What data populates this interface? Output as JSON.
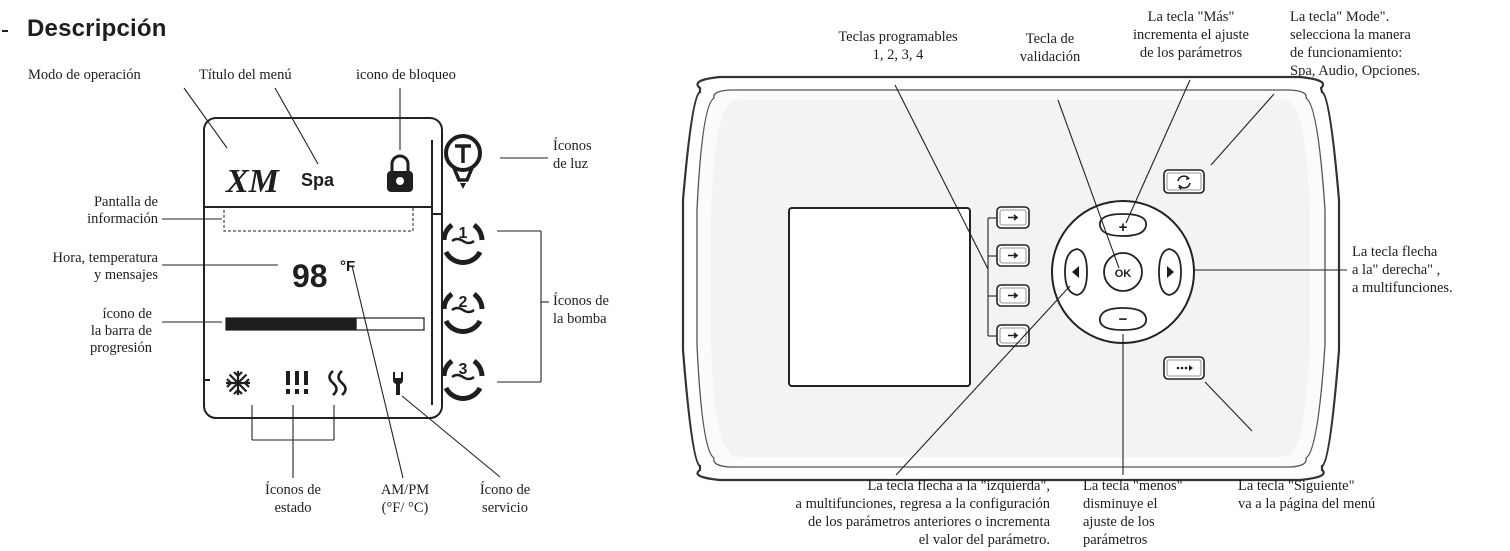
{
  "section": {
    "title": "Descripción"
  },
  "screen": {
    "logo_text": "XM",
    "menu_title": "Spa",
    "temperature_value": "98",
    "temperature_unit": "°F",
    "pump_numbers": [
      "1",
      "2",
      "3"
    ],
    "progress_fraction": 0.66,
    "colors": {
      "ink": "#1e1e1e",
      "line": "#222222"
    }
  },
  "icons": {
    "lock": "lock-icon",
    "light": "light-bulb-icon",
    "pump": "pump-icon",
    "snowflake": "snowflake-icon",
    "filter": "filter-icon",
    "heat": "heat-icon",
    "wrench": "wrench-icon"
  },
  "labels_left": {
    "mode": "Modo de operación",
    "menu_title": "Título del menú",
    "lock": "icono de bloqueo",
    "info_line1": "Pantalla de",
    "info_line2": "información",
    "time_line1": "Hora, temperatura",
    "time_line2": "y mensajes",
    "progress_line1": "ícono de",
    "progress_line2": "la barra de",
    "progress_line3": "progresión",
    "light_line1": "Íconos",
    "light_line2": "de luz",
    "pumps_line1": "Íconos de",
    "pumps_line2": "la bomba",
    "status_line1": "Íconos de",
    "status_line2": "estado",
    "ampm_line1": "AM/PM",
    "ampm_line2": "(°F/ °C)",
    "service_line1": "Ícono de",
    "service_line2": "servicio"
  },
  "keypad": {
    "ok_label": "OK",
    "plus_label": "+",
    "minus_label": "−",
    "soft_keys_count": 4
  },
  "labels_right": {
    "soft_line1": "Teclas programables",
    "soft_line2": "1, 2, 3, 4",
    "valid_line1": "Tecla de",
    "valid_line2": "validación",
    "plus_line1": "La tecla \"Más\"",
    "plus_line2": "incrementa el ajuste",
    "plus_line3": "de los parámetros",
    "mode_line1": "La tecla\" Mode\".",
    "mode_line2": "selecciona la manera",
    "mode_line3": "de funcionamiento:",
    "mode_line4": "Spa, Audio, Opciones.",
    "right_line1": "La tecla flecha",
    "right_line2": "a la\" derecha\" ,",
    "right_line3": "a multifunciones.",
    "left_line1": "La tecla flecha a la \"izquierda\",",
    "left_line2": "a multifunciones, regresa a la configuración",
    "left_line3": "de los parámetros anteriores o incrementa",
    "left_line4": "el valor del parámetro.",
    "minus_line1": "La tecla \"menos\"",
    "minus_line2": "disminuye el",
    "minus_line3": "ajuste de los",
    "minus_line4": "parámetros",
    "next_line1": "La tecla \"Siguiente\"",
    "next_line2": "va a la página del menú"
  }
}
